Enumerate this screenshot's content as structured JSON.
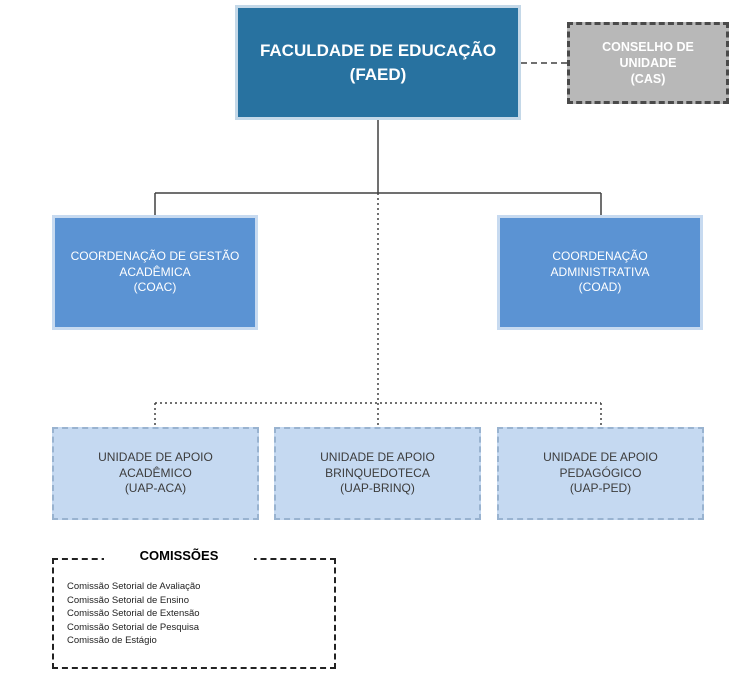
{
  "faed": {
    "line1": "FACULDADE DE EDUCAÇÃO",
    "line2": "(FAED)"
  },
  "cas": {
    "line1": "CONSELHO DE",
    "line2": "UNIDADE",
    "line3": "(CAS)"
  },
  "coac": {
    "line1": "COORDENAÇÃO DE GESTÃO",
    "line2": "ACADÊMICA",
    "line3": "(COAC)"
  },
  "coad": {
    "line1": "COORDENAÇÃO",
    "line2": "ADMINISTRATIVA",
    "line3": "(COAD)"
  },
  "uap_aca": {
    "line1": "UNIDADE DE APOIO",
    "line2": "ACADÊMICO",
    "line3": "(UAP-ACA)"
  },
  "uap_brinq": {
    "line1": "UNIDADE DE APOIO",
    "line2": "BRINQUEDOTECA",
    "line3": "(UAP-BRINQ)"
  },
  "uap_ped": {
    "line1": "UNIDADE DE APOIO",
    "line2": "PEDAGÓGICO",
    "line3": "(UAP-PED)"
  },
  "comissoes": {
    "title": "COMISSÕES",
    "items": [
      "Comissão Setorial de Avaliação",
      "Comissão Setorial de Ensino",
      "Comissão Setorial de Extensão",
      "Comissão Setorial de Pesquisa",
      "Comissão de Estágio"
    ]
  },
  "colors": {
    "faed": "#2872a0",
    "cas": "#b8b8b8",
    "coordination": "#5b93d3",
    "support_unit": "#c5d9f1",
    "connector": "#404040"
  }
}
